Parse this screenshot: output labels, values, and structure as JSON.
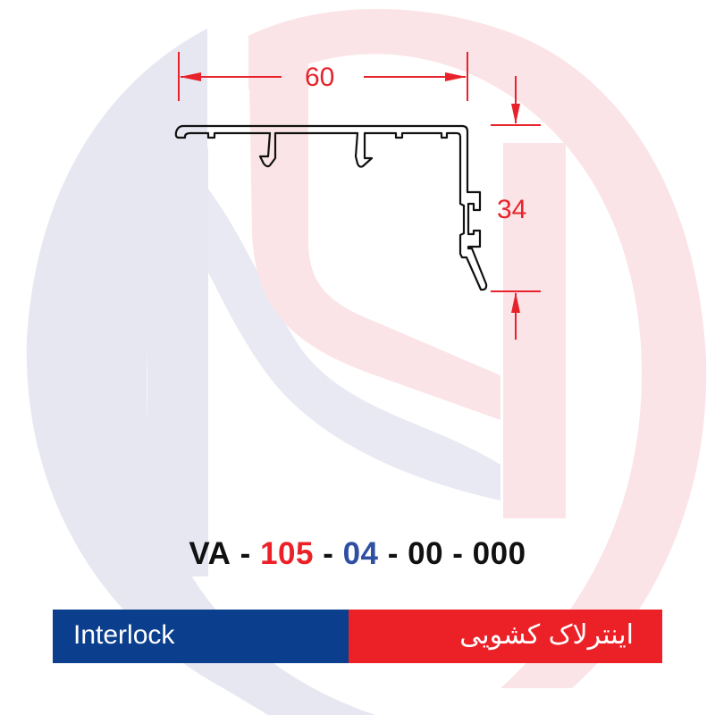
{
  "colors": {
    "accent_red": "#ec2128",
    "accent_blue": "#0b3f8e",
    "code_blue": "#2f4fa2",
    "dimension_red": "#e8222a",
    "watermark_blue": "#e6e7f1",
    "watermark_red": "#fbe4e7",
    "outline": "#111111"
  },
  "drawing": {
    "width_dimension": "60",
    "height_dimension": "34"
  },
  "product_code": {
    "prefix": "VA",
    "sep1": " - ",
    "series": "105",
    "sep2": " - ",
    "group": "04",
    "sep3": " - ",
    "part1": "00",
    "sep4": " - ",
    "part2": "000"
  },
  "banner": {
    "english_name": "Interlock",
    "persian_name": "اینترلاک کشویی"
  },
  "icons": {
    "watermark": "brand-logo-watermark-icon",
    "profile": "aluminum-profile-section-icon"
  }
}
